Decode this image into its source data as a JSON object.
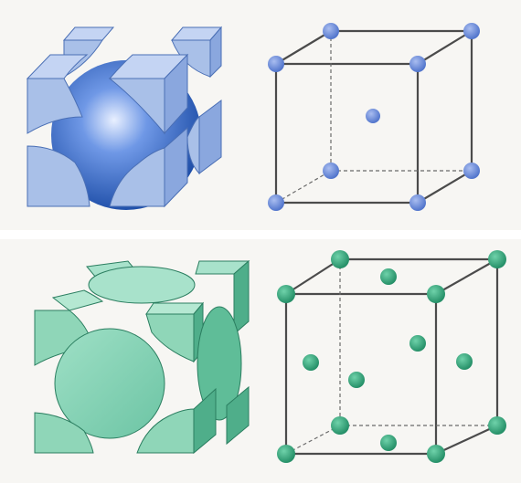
{
  "figure": {
    "panels": [
      {
        "id": "bcc",
        "solid_model": {
          "face_color": "#a9c0e8",
          "edge_color": "#4a6fb5",
          "sphere_color": "#2f63c2"
        },
        "lattice_model": {
          "atom_color": "#6f8fd6",
          "line_color": "#555555",
          "corner_atoms": 8,
          "center_atoms": 1
        }
      },
      {
        "id": "fcc",
        "solid_model": {
          "face_color": "#7ccdb0",
          "edge_color": "#2f8c6a",
          "sphere_color": "#2f9a76"
        },
        "lattice_model": {
          "atom_color": "#2fa07a",
          "line_color": "#555555",
          "corner_atoms": 8,
          "face_atoms": 6
        }
      }
    ]
  }
}
